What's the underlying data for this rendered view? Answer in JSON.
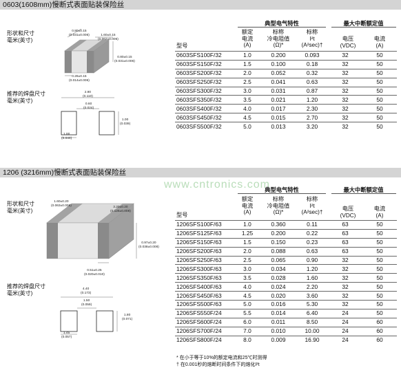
{
  "section1": {
    "title": "0603(1608mm)慢断式表面贴装保险丝",
    "shape_label": "形状和尺寸",
    "unit_label": "毫米(英寸)",
    "pad_label": "推荐的焊盘尺寸",
    "pad_unit_label": "毫米(英寸)",
    "dims": {
      "width_top": "0.80±0.15",
      "width_top_in": "(0.031±0.006)",
      "length": "1.60±0.15",
      "length_in": "(0.062±0.006)",
      "height": "0.80±0.15",
      "height_in": "(0.031±0.006)",
      "term": "0.26±0.15",
      "term_in": "(0.014±0.006)"
    },
    "pad": {
      "total": "2.80",
      "total_in": "(0.110)",
      "gap": "0.60",
      "gap_in": "(0.024)",
      "pad_h": "1.00",
      "pad_h_in": "(0.039)",
      "pad_w": "1.00",
      "pad_w_in": "(0.040)"
    },
    "headers": {
      "typical": "典型电气特性",
      "max": "最大中断额定值",
      "part": "型号",
      "rated_current": [
        "额定",
        "电流",
        "(A)"
      ],
      "cold_res": [
        "标称",
        "冷电阻值",
        "(Ω)*"
      ],
      "i2t": [
        "标称",
        "I²t",
        "(A²sec)†"
      ],
      "voltage": [
        "电压",
        "(VDC)"
      ],
      "current": [
        "电流",
        "(A)"
      ]
    },
    "rows": [
      [
        "0603SFS100F/32",
        "1.0",
        "0.200",
        "0.093",
        "32",
        "50"
      ],
      [
        "0603SFS150F/32",
        "1.5",
        "0.100",
        "0.18",
        "32",
        "50"
      ],
      [
        "0603SFS200F/32",
        "2.0",
        "0.052",
        "0.32",
        "32",
        "50"
      ],
      [
        "0603SFS250F/32",
        "2.5",
        "0.041",
        "0.63",
        "32",
        "50"
      ],
      [
        "0603SFS300F/32",
        "3.0",
        "0.031",
        "0.87",
        "32",
        "50"
      ],
      [
        "0603SFS350F/32",
        "3.5",
        "0.021",
        "1.20",
        "32",
        "50"
      ],
      [
        "0603SFS400F/32",
        "4.0",
        "0.017",
        "2.30",
        "32",
        "50"
      ],
      [
        "0603SFS450F/32",
        "4.5",
        "0.015",
        "2.70",
        "32",
        "50"
      ],
      [
        "0603SFS500F/32",
        "5.0",
        "0.013",
        "3.20",
        "32",
        "50"
      ]
    ]
  },
  "section2": {
    "title": "1206 (3216mm)慢断式表面贴装保险丝",
    "shape_label": "形状和尺寸",
    "unit_label": "毫米(英寸)",
    "pad_label": "推荐的焊盘尺寸",
    "pad_unit_label": "毫米(英寸)",
    "dims": {
      "width_top": "1.60±0.20",
      "width_top_in": "(0.063±0.008)",
      "length": "3.20±0.20",
      "length_in": "(0.126±0.008)",
      "height": "0.97±0.20",
      "height_in": "(0.038±0.008)",
      "term": "0.51±0.25",
      "term_in": "(0.020±0.010)"
    },
    "pad": {
      "total": "4.40",
      "total_in": "(0.173)",
      "gap": "1.50",
      "gap_in": "(0.059)",
      "pad_h": "1.80",
      "pad_h_in": "(0.071)",
      "pad_w": "1.45",
      "pad_w_in": "(0.057)"
    },
    "headers": {
      "typical": "典型电气特性",
      "max": "最大中断额定值",
      "part": "型号",
      "rated_current": [
        "额定",
        "电流",
        "(A)"
      ],
      "cold_res": [
        "标称",
        "冷电阻值",
        "(Ω)*"
      ],
      "i2t": [
        "标称",
        "I²t",
        "(A²sec)†"
      ],
      "voltage": [
        "电压",
        "(VDC)"
      ],
      "current": [
        "电流",
        "(A)"
      ]
    },
    "rows": [
      [
        "1206SFS100F/63",
        "1.0",
        "0.360",
        "0.11",
        "63",
        "50"
      ],
      [
        "1206SFS125F/63",
        "1.25",
        "0.200",
        "0.22",
        "63",
        "50"
      ],
      [
        "1206SFS150F/63",
        "1.5",
        "0.150",
        "0.23",
        "63",
        "50"
      ],
      [
        "1206SFS200F/63",
        "2.0",
        "0.088",
        "0.63",
        "63",
        "50"
      ],
      [
        "1206SFS250F/63",
        "2.5",
        "0.065",
        "0.90",
        "32",
        "50"
      ],
      [
        "1206SFS300F/63",
        "3.0",
        "0.034",
        "1.20",
        "32",
        "50"
      ],
      [
        "1206SFS350F/63",
        "3.5",
        "0.028",
        "1.60",
        "32",
        "50"
      ],
      [
        "1206SFS400F/63",
        "4.0",
        "0.024",
        "2.20",
        "32",
        "50"
      ],
      [
        "1206SFS450F/63",
        "4.5",
        "0.020",
        "3.60",
        "32",
        "50"
      ],
      [
        "1206SFS500F/63",
        "5.0",
        "0.016",
        "5.30",
        "32",
        "50"
      ],
      [
        "1206SFS550F/24",
        "5.5",
        "0.014",
        "6.40",
        "24",
        "50"
      ],
      [
        "1206SFS600F/24",
        "6.0",
        "0.011",
        "8.50",
        "24",
        "60"
      ],
      [
        "1206SFS700F/24",
        "7.0",
        "0.010",
        "10.00",
        "24",
        "60"
      ],
      [
        "1206SFS800F/24",
        "8.0",
        "0.009",
        "16.90",
        "24",
        "60"
      ]
    ]
  },
  "watermark": "www.cntronics.com",
  "footnotes": [
    "* 在小于等于10%的额定电流和25℃时测得",
    "† 在0.001秒的熔断时间条件下的熔化I²t"
  ]
}
